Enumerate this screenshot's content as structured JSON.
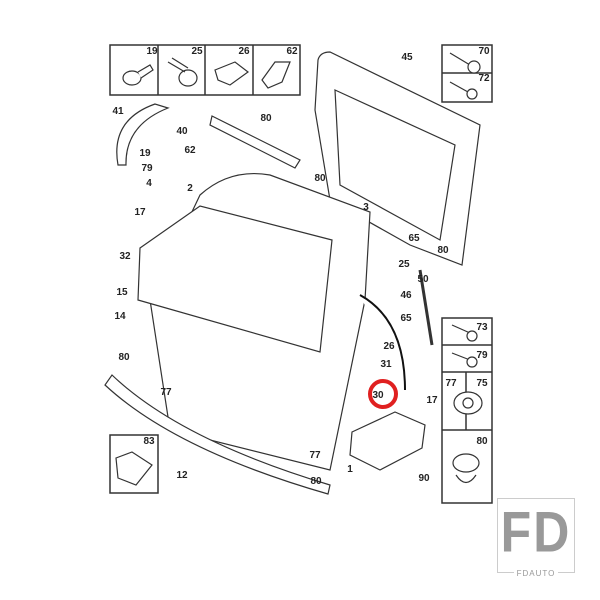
{
  "diagram": {
    "callouts": [
      "19",
      "25",
      "26",
      "62",
      "70",
      "72",
      "45",
      "41",
      "40",
      "80",
      "62",
      "19",
      "79",
      "4",
      "2",
      "80",
      "17",
      "3",
      "32",
      "65",
      "80",
      "25",
      "50",
      "46",
      "15",
      "14",
      "73",
      "79",
      "80",
      "65",
      "26",
      "31",
      "77",
      "30",
      "17",
      "77",
      "75",
      "80",
      "83",
      "12",
      "77",
      "80",
      "1",
      "90"
    ],
    "highlighted_callout": "30",
    "highlight_color": "#e02020"
  },
  "logo": {
    "mark": "FD",
    "name": "FDAUTO"
  }
}
